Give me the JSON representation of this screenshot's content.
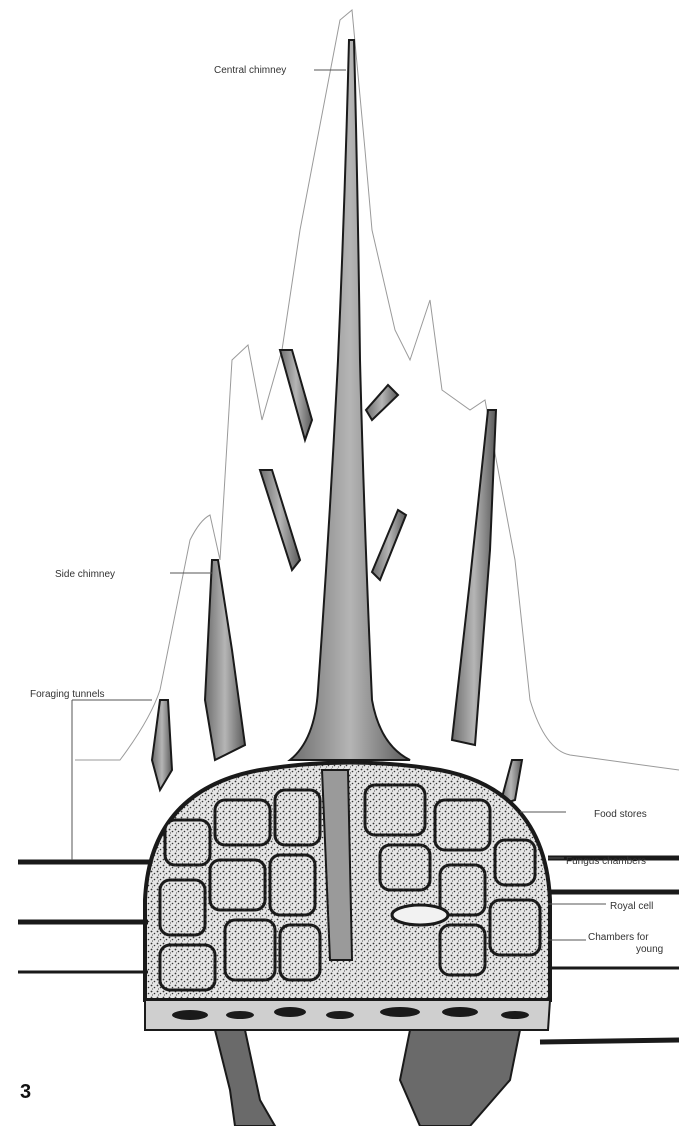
{
  "figure": {
    "number": "3",
    "labels": {
      "central_chimney": "Central chimney",
      "side_chimney": "Side chimney",
      "foraging_tunnels": "Foraging tunnels",
      "food_stores": "Food stores",
      "fungus_chambers": "Fungus chambers",
      "royal_cell": "Royal cell",
      "chambers_for_young_line1": "Chambers for",
      "chambers_for_young_line2": "young"
    }
  },
  "colors": {
    "ink": "#1a1a1a",
    "shading": "#8a8a8a",
    "fungus_fill": "#d9d9d9",
    "background": "#ffffff"
  }
}
